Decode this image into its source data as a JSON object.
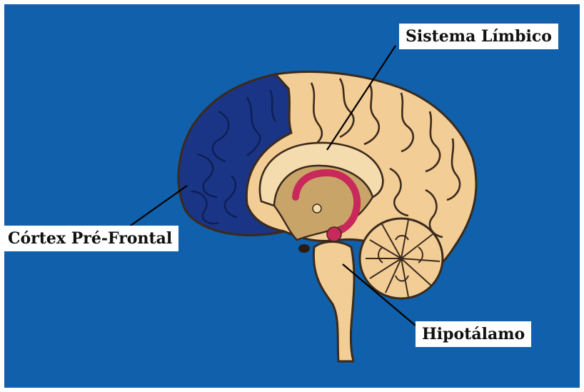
{
  "labels": {
    "sistema_limbico": "Sistema Límbico",
    "cortex_pre_frontal": "Córtex Pré-Frontal",
    "hipotalamo": "Hipotálamo"
  },
  "colors": {
    "background": "#1060ab",
    "brain_fill": "#f2cd96",
    "brain_outline": "#3b2a1c",
    "prefrontal": "#1b3586",
    "inner_brown": "#c9a468",
    "limbic_pink": "#c8285a",
    "label_bg": "#ffffff",
    "label_text": "#111111"
  }
}
